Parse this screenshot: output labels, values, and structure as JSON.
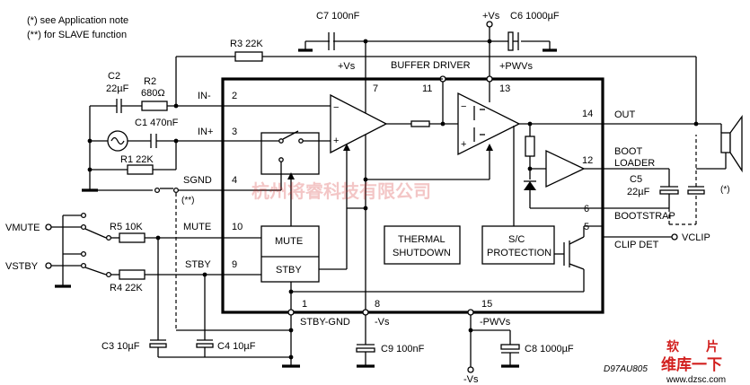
{
  "notes": {
    "app_note": "(*) see Application note",
    "slave": "(**) for SLAVE function"
  },
  "top_labels": {
    "buffer_driver": "BUFFER DRIVER",
    "plus_vs_left": "+Vs",
    "plus_pwvs": "+PWVs",
    "plus_vs_top": "+Vs"
  },
  "pins": {
    "p2": "2",
    "p3": "3",
    "p4": "4",
    "p10": "10",
    "p9": "9",
    "p7": "7",
    "p11": "11",
    "p13": "13",
    "p14": "14",
    "p12": "12",
    "p6": "6",
    "p5": "5",
    "p1": "1",
    "p8": "8",
    "p15": "15"
  },
  "pin_names": {
    "in_minus": "IN-",
    "in_plus": "IN+",
    "sgnd": "SGND",
    "mute": "MUTE",
    "stby": "STBY",
    "out": "OUT",
    "boot_loader_1": "BOOT",
    "boot_loader_2": "LOADER",
    "bootstrap": "BOOTSTRAP",
    "clip_det": "CLIP DET",
    "stby_gnd": "STBY-GND",
    "minus_vs": "-Vs",
    "minus_pwvs": "-PWVs"
  },
  "blocks": {
    "mute": "MUTE",
    "stby": "STBY",
    "thermal_1": "THERMAL",
    "thermal_2": "SHUTDOWN",
    "sc_1": "S/C",
    "sc_2": "PROTECTION"
  },
  "components": {
    "c7": "C7 100nF",
    "c6": "C6 1000µF",
    "r3": "R3 22K",
    "c2a": "C2",
    "c2b": "22µF",
    "r2a": "R2",
    "r2b": "680Ω",
    "c1": "C1 470nF",
    "r1": "R1 22K",
    "r5": "R5 10K",
    "r4": "R4 22K",
    "c3": "C3 10µF",
    "c4": "C4 10µF",
    "c9": "C9 100nF",
    "c8": "C8 1000µF",
    "c5a": "C5",
    "c5b": "22µF",
    "note_star": "(*)",
    "note_dstar": "(**)",
    "minus_vs_bottom": "-Vs"
  },
  "external": {
    "vmute": "VMUTE",
    "vstby": "VSTBY",
    "vclip": "VCLIP"
  },
  "code": "D97AU805",
  "watermark": {
    "line1": "杭州将睿科技有限公司",
    "line2": "维库一下",
    "site": "www.dzsc.com",
    "brand1": "软",
    "brand2": "片"
  }
}
